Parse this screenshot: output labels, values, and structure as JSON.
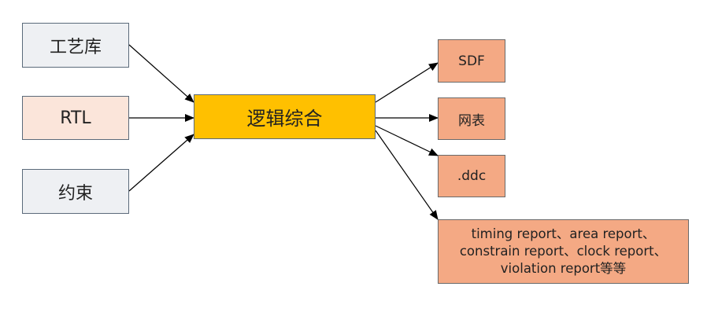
{
  "inputs": {
    "library": "工艺库",
    "rtl": "RTL",
    "constraints": "约束"
  },
  "process": {
    "label": "逻辑综合"
  },
  "outputs": {
    "sdf": "SDF",
    "netlist": "网表",
    "ddc": ".ddc",
    "reports": "timing report、area report、\nconstrain report、clock report、\nviolation report等等"
  },
  "colors": {
    "input_box_gray": "#eef0f3",
    "input_box_pink": "#fbe5da",
    "process_box": "#ffc000",
    "output_box": "#f4a984",
    "arrow": "#000000"
  }
}
